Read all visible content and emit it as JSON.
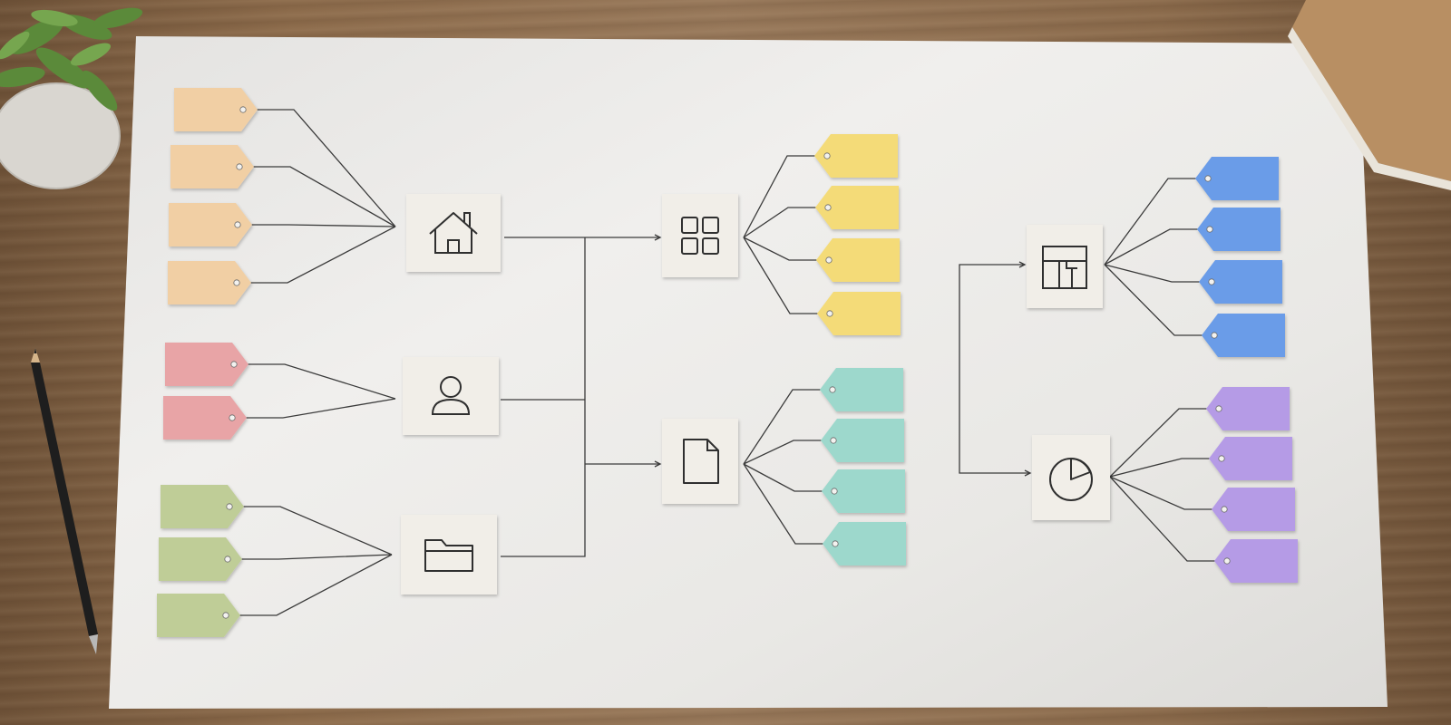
{
  "colors": {
    "paper": "#ecebe8",
    "line": "#3b3b3b",
    "icon_card": "#f1eee8",
    "icon_stroke": "#2f2f2f"
  },
  "diagram": {
    "groups": [
      {
        "name": "home",
        "icon": "home-icon",
        "color": "#f1cfa4",
        "tag_count": 4
      },
      {
        "name": "user",
        "icon": "user-icon",
        "color": "#e8a4a6",
        "tag_count": 2
      },
      {
        "name": "folder",
        "icon": "folder-icon",
        "color": "#bfcd97",
        "tag_count": 3
      },
      {
        "name": "grid",
        "icon": "grid-icon",
        "color": "#f4db78",
        "tag_count": 4
      },
      {
        "name": "document",
        "icon": "document-icon",
        "color": "#9dd8cc",
        "tag_count": 4
      },
      {
        "name": "layout",
        "icon": "layout-icon",
        "color": "#6b9ce8",
        "tag_count": 4
      },
      {
        "name": "pie-chart",
        "icon": "pie-chart-icon",
        "color": "#b59be6",
        "tag_count": 4
      }
    ],
    "connections": [
      {
        "from": "home",
        "to": "grid"
      },
      {
        "from": "home",
        "to": "document"
      },
      {
        "from": "user",
        "to": "grid"
      },
      {
        "from": "folder",
        "to": "document"
      },
      {
        "from": "layout",
        "to": "pie-chart"
      }
    ]
  },
  "desk_items": [
    "plant-icon",
    "pencil-icon",
    "notebook-icon"
  ]
}
